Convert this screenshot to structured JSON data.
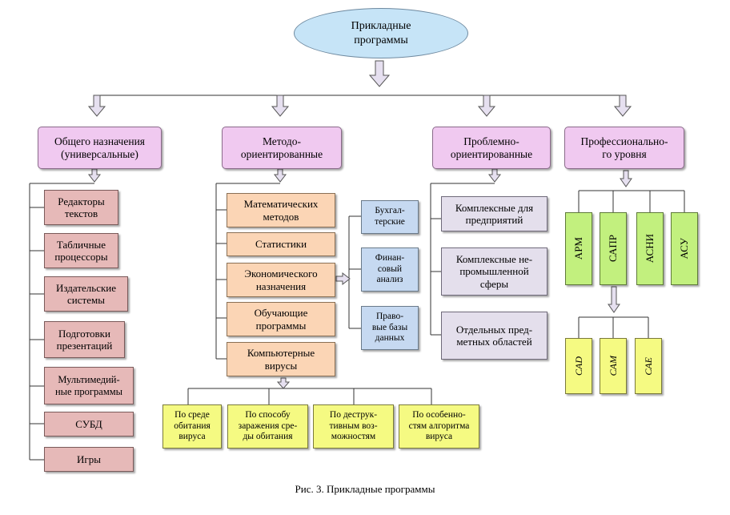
{
  "root": "Прикладные\nпрограммы",
  "categories": [
    "Общего назначения\n(универсальные)",
    "Методо-\nориентированные",
    "Проблемно-\nориентированные",
    "Профессионально-\nго уровня"
  ],
  "general": [
    "Редакторы\nтекстов",
    "Табличные\nпроцессоры",
    "Издательские\nсистемы",
    "Подготовки\nпрезентаций",
    "Мультимедий-\nные программы",
    "СУБД",
    "Игры"
  ],
  "method": [
    "Математических\nметодов",
    "Статистики",
    "Экономического\nназначения",
    "Обучающие\nпрограммы",
    "Компьютерные\nвирусы"
  ],
  "economic": [
    "Бухгал-\nтерские",
    "Финан-\nсовый\nанализ",
    "Право-\nвые базы\nданных"
  ],
  "virus": [
    "По среде\nобитания\nвируса",
    "По способу\nзаражения сре-\nды обитания",
    "По деструк-\nтивным воз-\nможностям",
    "По особенно-\nстям алгоритма\nвируса"
  ],
  "problem": [
    "Комплексные для\nпредприятий",
    "Комплексные не-\nпромышленной\nсферы",
    "Отдельных пред-\nметных областей"
  ],
  "professional": [
    "АРМ",
    "САПР",
    "АСНИ",
    "АСУ"
  ],
  "sapr": [
    "CAD",
    "CAM",
    "CAE"
  ],
  "caption": "Рис. 3. Прикладные программы",
  "colors": {
    "root": "#c6e4f7",
    "category": "#f0c9f0",
    "general": "#e6b9b8",
    "method": "#fbd5b5",
    "economic": "#c6d9f1",
    "problem": "#e4dfec",
    "professional": "#c2f07e",
    "virus": "#f5fa82"
  }
}
